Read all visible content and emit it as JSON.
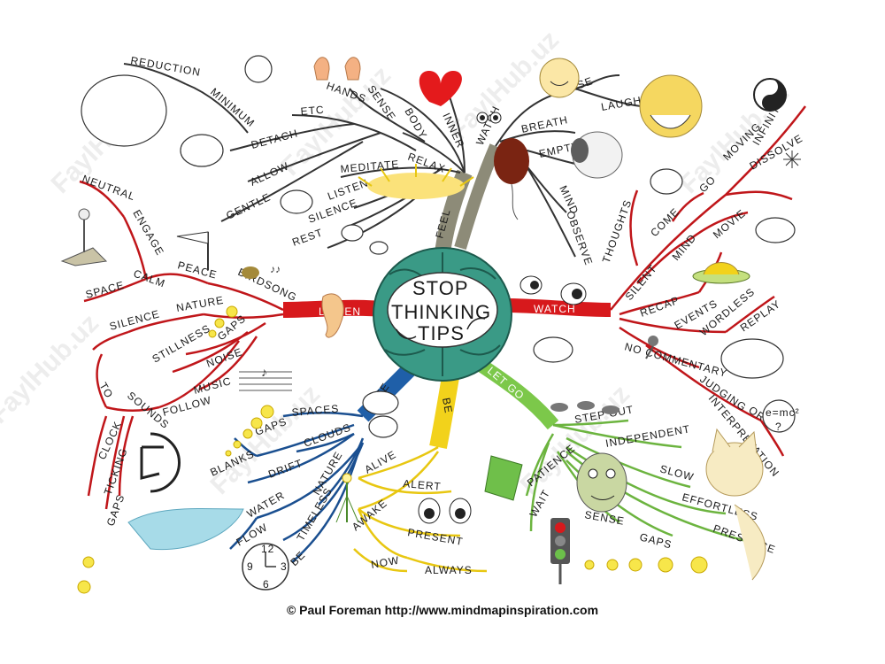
{
  "center": {
    "line1": "STOP",
    "line2": "THINKING",
    "line3": "TIPS"
  },
  "branches": {
    "listen": {
      "label": "LISTEN",
      "words": {
        "birdsong": "BIRDSONG",
        "peace": "PEACE",
        "calm": "CALM",
        "space": "SPACE",
        "engage": "ENGAGE",
        "neutral": "NEUTRAL",
        "nature": "NATURE",
        "silence": "SILENCE",
        "stillness": "STILLNESS",
        "gaps": "GAPS",
        "noise": "NOISE",
        "music": "MUSIC",
        "follow": "FOLLOW",
        "sounds": "SOUNDS",
        "to": "TO",
        "clock": "CLOCK",
        "ticking": "TICKING",
        "gaps2": "GAPS"
      }
    },
    "feel": {
      "label": "FEEL",
      "words": {
        "relax": "RELAX",
        "meditate": "MEDITATE",
        "listen": "LISTEN",
        "silence": "SILENCE",
        "rest": "REST",
        "body": "BODY",
        "inner": "INNER",
        "sense": "SENSE",
        "hands": "HANDS",
        "etc": "ETC",
        "detach": "DETACH",
        "allow": "ALLOW",
        "gentle": "GENTLE",
        "minimum": "MINIMUM",
        "reduction": "REDUCTION"
      }
    },
    "watch_top": {
      "label": "WATCH",
      "words": {
        "sense": "SENSE",
        "laugh": "LAUGH",
        "breath": "BREATH",
        "empty": "EMPTY",
        "mind": "MIND",
        "observe": "OBSERVE"
      }
    },
    "watch": {
      "label": "WATCH",
      "words": {
        "thoughts": "THOUGHTS",
        "come": "COME",
        "go": "GO",
        "moving": "MOVING",
        "infinite": "INFINITE",
        "dissolve": "DISSOLVE",
        "silent": "SILENT",
        "mind": "MIND",
        "movie": "MOVIE",
        "recap": "RECAP",
        "events": "EVENTS",
        "wordless": "WORDLESS",
        "replay": "REPLAY",
        "no_commentary": "NO COMMENTARY",
        "judging": "JUDGING",
        "or": "OR",
        "interpretation": "INTERPRETATION"
      }
    },
    "let_go": {
      "label": "LET GO",
      "words": {
        "step_out": "STEP OUT",
        "independent": "INDEPENDENT",
        "slow": "SLOW",
        "effortless": "EFFORTLESS",
        "presence": "PRESENCE",
        "patience": "PATIENCE",
        "wait": "WAIT",
        "sense": "SENSE",
        "gaps": "GAPS"
      }
    },
    "be": {
      "label": "BE",
      "words": {
        "alive": "ALIVE",
        "alert": "ALERT",
        "awake": "AWAKE",
        "present": "PRESENT",
        "now": "NOW",
        "always": "ALWAYS"
      }
    },
    "see": {
      "label": "SEE",
      "words": {
        "spaces": "SPACES",
        "gaps": "GAPS",
        "blanks": "BLANKS",
        "clouds": "CLOUDS",
        "drift": "DRIFT",
        "nature": "NATURE",
        "water": "WATER",
        "timeless": "TIMELESS",
        "flow": "FLOW",
        "be": "BE"
      }
    }
  },
  "small_text": {
    "emc2": "e=mc²",
    "q": "?"
  },
  "clock_numbers": {
    "n12": "12",
    "n3": "3",
    "n6": "6",
    "n9": "9"
  },
  "watermark": "FaylHub.uz",
  "credit": "© Paul Foreman http://www.mindmapinspiration.com",
  "colors": {
    "listen": "#d7191c",
    "feel": "#8b8b7a",
    "watch": "#d7191c",
    "let_go": "#7cc84a",
    "be": "#f2d21b",
    "see": "#1f5fa8",
    "brain": "#3a9a86"
  }
}
